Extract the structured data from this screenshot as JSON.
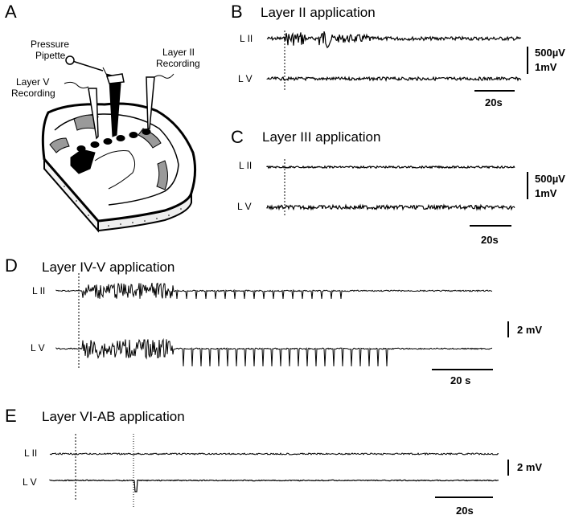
{
  "panels": {
    "A": {
      "letter": "A",
      "labels": {
        "pressure": "Pressure",
        "pipette": "Pipette",
        "layer2_rec_1": "Layer II",
        "layer2_rec_2": "Recording",
        "layer5_rec_1": "Layer V",
        "layer5_rec_2": "Recording"
      }
    },
    "B": {
      "letter": "B",
      "title": "Layer II application",
      "trace_labels": [
        "L II",
        "L V"
      ],
      "scale_voltage_1": "500µV",
      "scale_voltage_2": "1mV",
      "scale_time": "20s"
    },
    "C": {
      "letter": "C",
      "title": "Layer III application",
      "trace_labels": [
        "L II",
        "L V"
      ],
      "scale_voltage_1": "500µV",
      "scale_voltage_2": "1mV",
      "scale_time": "20s"
    },
    "D": {
      "letter": "D",
      "title": "Layer IV-V application",
      "trace_labels": [
        "L II",
        "L V"
      ],
      "scale_voltage": "2 mV",
      "scale_time": "20 s"
    },
    "E": {
      "letter": "E",
      "title": "Layer VI-AB application",
      "trace_labels": [
        "L II",
        "L V"
      ],
      "scale_voltage": "2 mV",
      "scale_time": "20s"
    }
  }
}
